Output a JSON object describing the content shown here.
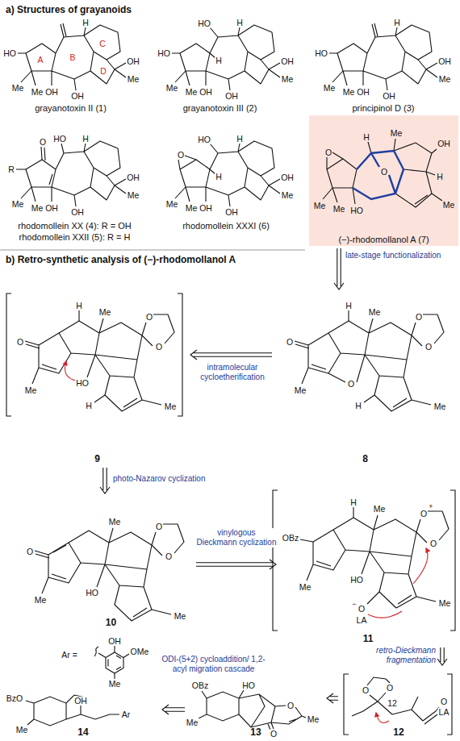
{
  "diagram": {
    "nodes": [
      {
        "text": [
          "grayanotoxin II (1)"
        ]
      },
      {
        "text": [
          "grayanotoxin III (2)"
        ]
      },
      {
        "text": [
          "principinol D (3)"
        ]
      },
      {
        "text": [
          "rhodomollein XX (4): R = OH",
          "rhodomollein XXII (5): R = H"
        ]
      },
      {
        "text": [
          "rhodomollein XXXI (6)"
        ]
      },
      {
        "text": [
          "(−)-rhodomollanol A (7)"
        ]
      },
      {
        "text": [
          "8"
        ]
      },
      {
        "text": [
          "9"
        ]
      },
      {
        "text": [
          "10"
        ]
      },
      {
        "text": [
          "11"
        ]
      },
      {
        "text": [
          "12"
        ]
      },
      {
        "text": [
          "13"
        ]
      },
      {
        "text": [
          "14"
        ]
      }
    ],
    "edges": [
      {
        "from": 5,
        "to": 6,
        "arrow": "to",
        "label": "late-stage functionalization"
      },
      {
        "from": 6,
        "to": 7,
        "arrow": "to",
        "label": "intramolecular cycloetherification"
      },
      {
        "from": 7,
        "to": 8,
        "arrow": "to",
        "label": "photo-Nazarov cyclization"
      },
      {
        "from": 8,
        "to": 9,
        "arrow": "to",
        "label": "vinylogous Dieckmann cyclization"
      },
      {
        "from": 9,
        "to": 10,
        "arrow": "to",
        "label": "retro-Dieckmann fragmentation"
      },
      {
        "from": 10,
        "to": 11,
        "arrow": "to"
      },
      {
        "from": 11,
        "to": 12,
        "arrow": "to",
        "label": "ODI-(5+2) cycloaddition/ 1,2-acyl migration cascade"
      }
    ],
    "labels": [
      "a) Structures of grayanoids",
      "HO",
      "H",
      "OH",
      "Me",
      "Me",
      "Me",
      "OH",
      "OH",
      "A",
      "B",
      "C",
      "D",
      "HO",
      "HO",
      "H",
      "H",
      "OH",
      "Me",
      "Me",
      "Me",
      "OH",
      "OH",
      "HO",
      "H",
      "OH",
      "Me",
      "Me",
      "Me",
      "OH",
      "OH",
      "R",
      "O",
      "HO",
      "H",
      "OH",
      "Me",
      "Me",
      "Me",
      "OH",
      "OH",
      "O",
      "HO",
      "H",
      "H",
      "OH",
      "Me",
      "Me",
      "Me",
      "OH",
      "OH",
      "O",
      "H",
      "Me",
      "OH",
      "O",
      "H",
      "Me",
      "Me",
      "HO",
      "Me",
      "b) Retro-synthetic analysis of (−)-rhodomollanol A",
      "O",
      "O",
      "H",
      "Me",
      "O",
      "Me",
      "HO",
      "H",
      "Me",
      "O",
      "O",
      "H",
      "Me",
      "O",
      "Me",
      "O",
      "H",
      "Me",
      "O",
      "O",
      "O",
      "Me",
      "Me",
      "HO",
      "Me",
      "OBz",
      "O",
      "+",
      "O",
      "H",
      "Me",
      "HO",
      "Me",
      "O",
      "−",
      "LA",
      "Me",
      "Ar =",
      "OH",
      "OMe",
      "Me",
      "O",
      "O",
      "12",
      "O",
      "LA",
      "OBz",
      "Me",
      "HO",
      "O",
      "O",
      "Me",
      "BzO",
      "Me",
      "OH",
      "Ar"
    ]
  }
}
